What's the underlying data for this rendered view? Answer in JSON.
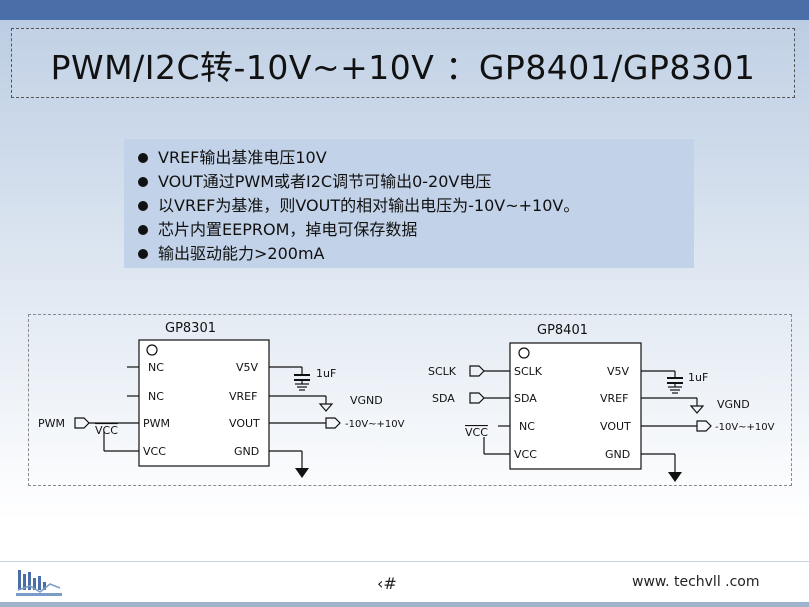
{
  "title": "PWM/I2C转-10V~+10V ：GP8401/GP8301",
  "bullets": [
    "VREF输出基准电压10V",
    "VOUT通过PWM或者I2C调节可输出0-20V电压",
    "以VREF为基准，则VOUT的相对输出电压为-10V~+10V。",
    "芯片内置EEPROM，掉电可保存数据",
    "输出驱动能力>200mA"
  ],
  "left_chip": {
    "name": "GP8301",
    "left_pins": [
      "NC",
      "NC",
      "PWM",
      "VCC"
    ],
    "right_pins": [
      "V5V",
      "VREF",
      "VOUT",
      "GND"
    ],
    "pwm_input": "PWM",
    "vcc_label": "VCC",
    "cap_label": "1uF",
    "vgnd_label": "VGND",
    "output_label": "-10V~+10V"
  },
  "right_chip": {
    "name": "GP8401",
    "left_pins": [
      "SCLK",
      "SDA",
      "NC",
      "VCC"
    ],
    "right_pins": [
      "V5V",
      "VREF",
      "VOUT",
      "GND"
    ],
    "sclk_input": "SCLK",
    "sda_input": "SDA",
    "vcc_label": "VCC",
    "cap_label": "1uF",
    "vgnd_label": "VGND",
    "output_label": "-10V~+10V"
  },
  "footer": {
    "page_number": "‹#",
    "website": "www. techvll .com"
  }
}
